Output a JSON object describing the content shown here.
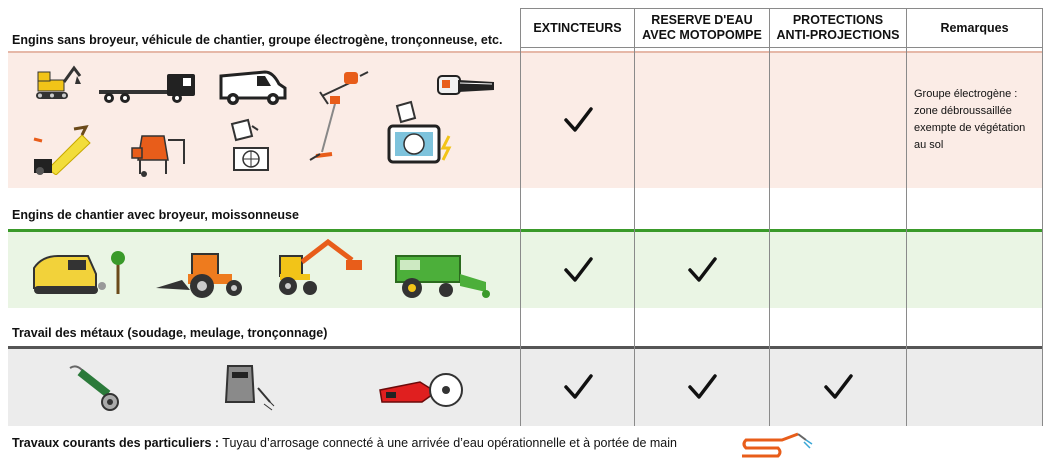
{
  "columns": {
    "extincteurs": "EXTINCTEURS",
    "reserve_line1": "RESERVE D'EAU",
    "reserve_line2": "AVEC MOTOPOMPE",
    "protections_line1": "PROTECTIONS",
    "protections_line2": "ANTI-PROJECTIONS",
    "remarques": "Remarques"
  },
  "sections": [
    {
      "title": "Engins sans broyeur, véhicule de chantier, groupe électrogène, tronçonneuse, etc.",
      "row_color": "#fbece6",
      "separator_color": "#e6b8a8",
      "checks": {
        "extincteurs": true,
        "reserve": false,
        "protections": false
      },
      "remark_lines": [
        "Groupe électrogène :",
        "zone débroussaillée",
        "exempte de végétation",
        "au sol"
      ]
    },
    {
      "title": "Engins de chantier avec broyeur, moissonneuse",
      "row_color": "#eaf5e4",
      "separator_color": "#3a9a2a",
      "checks": {
        "extincteurs": true,
        "reserve": true,
        "protections": false
      }
    },
    {
      "title": "Travail des métaux (soudage, meulage, tronçonnage)",
      "row_color": "#ececec",
      "separator_color": "#555555",
      "checks": {
        "extincteurs": true,
        "reserve": true,
        "protections": true
      }
    }
  ],
  "footer": {
    "bold": "Travaux courants des particuliers :",
    "text": " Tuyau d’arrosage connecté à une arrivée d’eau opérationnelle et à portée de main"
  }
}
